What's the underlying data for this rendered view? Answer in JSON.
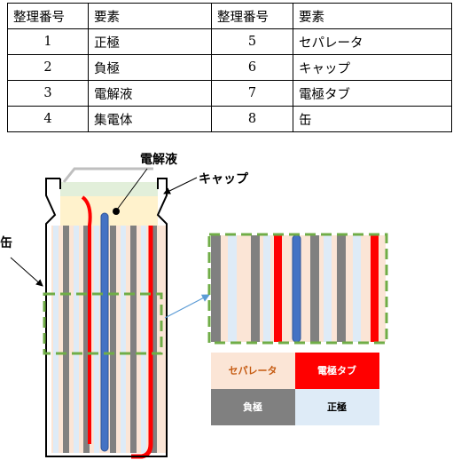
{
  "table": {
    "headers": [
      "整理番号",
      "要素",
      "整理番号",
      "要素"
    ],
    "rows": [
      [
        "1",
        "正極",
        "5",
        "セパレータ"
      ],
      [
        "2",
        "負極",
        "6",
        "キャップ"
      ],
      [
        "3",
        "電解液",
        "7",
        "電極タブ"
      ],
      [
        "4",
        "集電体",
        "8",
        "缶"
      ]
    ]
  },
  "labels": {
    "electrolyte": "電解液",
    "cap": "キャップ",
    "can": "缶"
  },
  "legend": {
    "separator": "セパレータ",
    "tab": "電極タブ",
    "negative": "負極",
    "positive": "正極"
  },
  "colors": {
    "separator": "#FBE5D6",
    "positive": "#DEEBF7",
    "negative": "#808080",
    "tab": "#FF0000",
    "collector": "#4472C4",
    "electrolyte": "#FFF2CC",
    "cap": "#E2EFDA",
    "dash": "#70AD47",
    "arrow": "#5B9BD5"
  }
}
